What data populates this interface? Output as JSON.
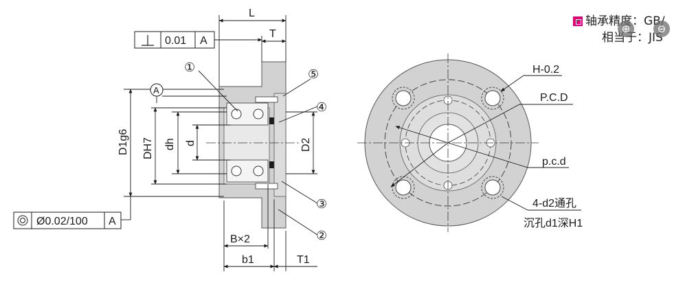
{
  "labels": {
    "L": "L",
    "T": "T",
    "perp_value": "0.01",
    "perp_datum": "A",
    "datum_A": "A",
    "num1": "①",
    "num2": "②",
    "num3": "③",
    "num4": "④",
    "num5": "⑤",
    "D1g6": "D1g6",
    "DH7": "DH7",
    "dh": "dh",
    "d": "d",
    "D2": "D2",
    "coax_value": "Ø0.02/100",
    "coax_datum": "A",
    "Bx2": "B×2",
    "b1": "b1",
    "T1": "T1",
    "H": "H-0.2",
    "PCD": "P.C.D",
    "pcd": "p.c.d",
    "holes": "4-d2通孔",
    "counterbore": "沉孔d1深H1"
  },
  "note": {
    "line1": "轴承精度：GB/",
    "line2": "相当于：JIS"
  },
  "colors": {
    "body": "#d2d2d2",
    "accent": "#e2007a",
    "line": "#1a1a1a"
  },
  "icons": {
    "zoom_in": "⊕",
    "zoom_out": "⊖"
  }
}
